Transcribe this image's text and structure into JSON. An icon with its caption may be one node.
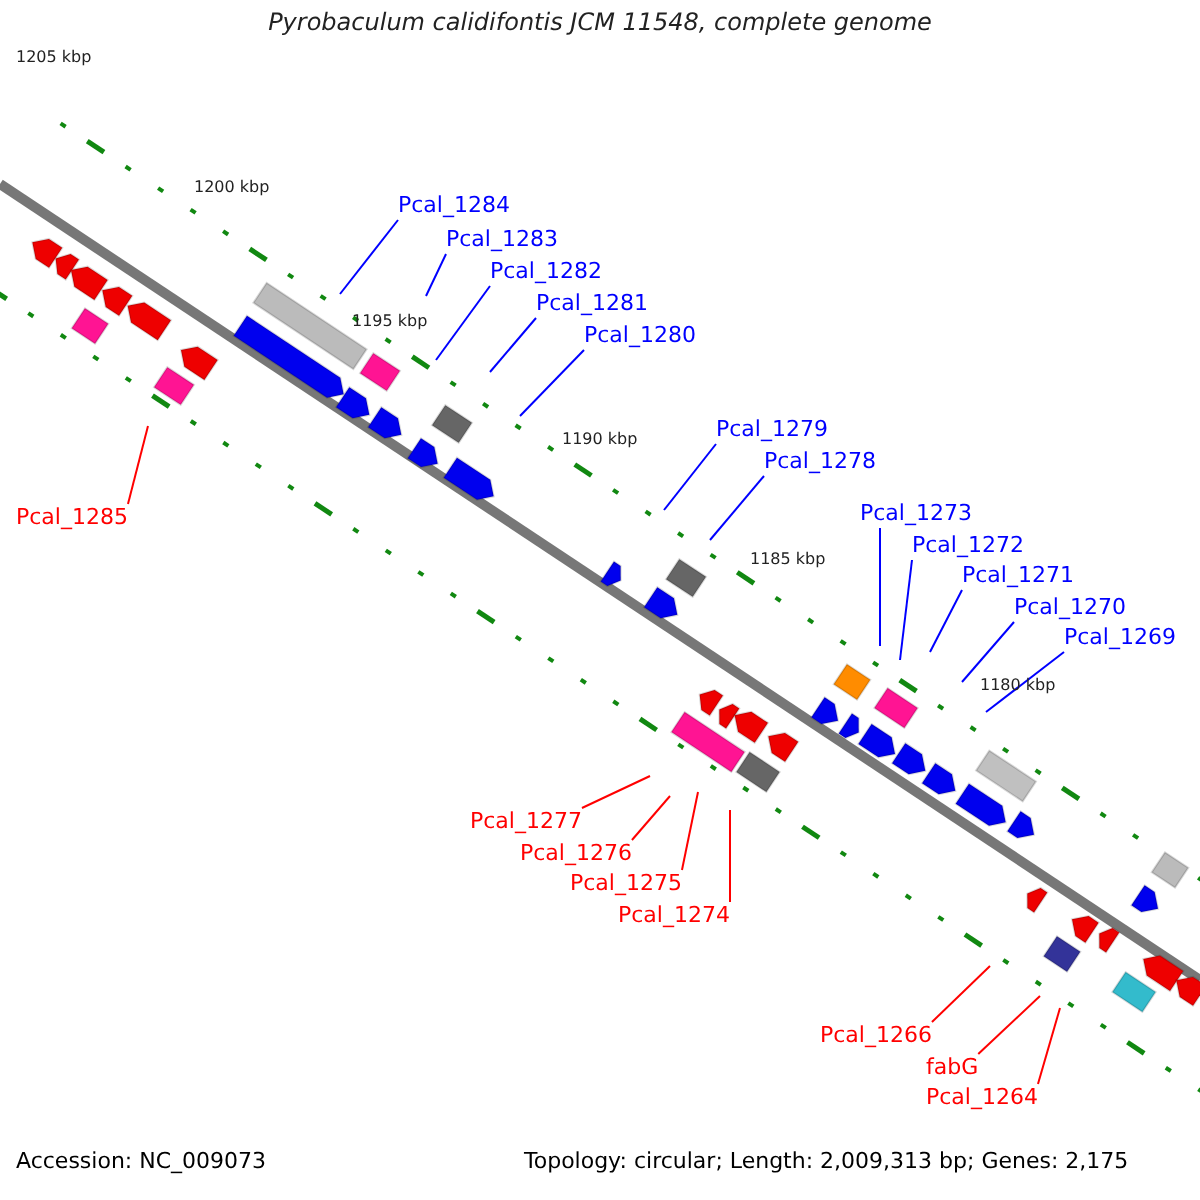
{
  "diagram": {
    "title": "Pyrobaculum calidifontis JCM 11548, complete genome",
    "nodes": [
      {
        "text": [
          "Pcal_1284"
        ]
      },
      {
        "text": [
          "Pcal_1283"
        ]
      },
      {
        "text": [
          "Pcal_1282"
        ]
      },
      {
        "text": [
          "Pcal_1281"
        ]
      },
      {
        "text": [
          "Pcal_1280"
        ]
      },
      {
        "text": [
          "Pcal_1279"
        ]
      },
      {
        "text": [
          "Pcal_1278"
        ]
      },
      {
        "text": [
          "Pcal_1273"
        ]
      },
      {
        "text": [
          "Pcal_1272"
        ]
      },
      {
        "text": [
          "Pcal_1271"
        ]
      },
      {
        "text": [
          "Pcal_1270"
        ]
      },
      {
        "text": [
          "Pcal_1269"
        ]
      },
      {
        "text": [
          "Pcal_1285"
        ]
      },
      {
        "text": [
          "Pcal_1277"
        ]
      },
      {
        "text": [
          "Pcal_1276"
        ]
      },
      {
        "text": [
          "Pcal_1275"
        ]
      },
      {
        "text": [
          "Pcal_1274"
        ]
      },
      {
        "text": [
          "Pcal_1266"
        ]
      },
      {
        "text": [
          "fabG"
        ]
      },
      {
        "text": [
          "Pcal_1264"
        ]
      }
    ],
    "edges": [
      {
        "from": 0,
        "to": null,
        "arrow": "none"
      },
      {
        "from": 1,
        "to": null,
        "arrow": "none"
      },
      {
        "from": 2,
        "to": null,
        "arrow": "none"
      },
      {
        "from": 3,
        "to": null,
        "arrow": "none"
      },
      {
        "from": 4,
        "to": null,
        "arrow": "none"
      },
      {
        "from": 5,
        "to": null,
        "arrow": "none"
      },
      {
        "from": 6,
        "to": null,
        "arrow": "none"
      },
      {
        "from": 7,
        "to": null,
        "arrow": "none"
      },
      {
        "from": 8,
        "to": null,
        "arrow": "none"
      },
      {
        "from": 9,
        "to": null,
        "arrow": "none"
      },
      {
        "from": 10,
        "to": null,
        "arrow": "none"
      },
      {
        "from": 11,
        "to": null,
        "arrow": "none"
      },
      {
        "from": 12,
        "to": null,
        "arrow": "none",
        "color": "#ff0000"
      },
      {
        "from": 13,
        "to": null,
        "arrow": "none",
        "color": "#ff0000"
      },
      {
        "from": 14,
        "to": null,
        "arrow": "none",
        "color": "#ff0000"
      },
      {
        "from": 15,
        "to": null,
        "arrow": "none",
        "color": "#ff0000"
      },
      {
        "from": 16,
        "to": null,
        "arrow": "none",
        "color": "#ff0000"
      },
      {
        "from": 17,
        "to": null,
        "arrow": "none",
        "color": "#ff0000"
      },
      {
        "from": 18,
        "to": null,
        "arrow": "none",
        "color": "#ff0000"
      },
      {
        "from": 19,
        "to": null,
        "arrow": "none",
        "color": "#ff0000"
      }
    ],
    "labels": [
      "1205 kbp",
      "1200 kbp",
      "1195 kbp",
      "1190 kbp",
      "1185 kbp",
      "1180 kbp",
      "Accession: NC_009073",
      "Topology: circular; Length: 2,009,313 bp; Genes: 2,175"
    ]
  }
}
